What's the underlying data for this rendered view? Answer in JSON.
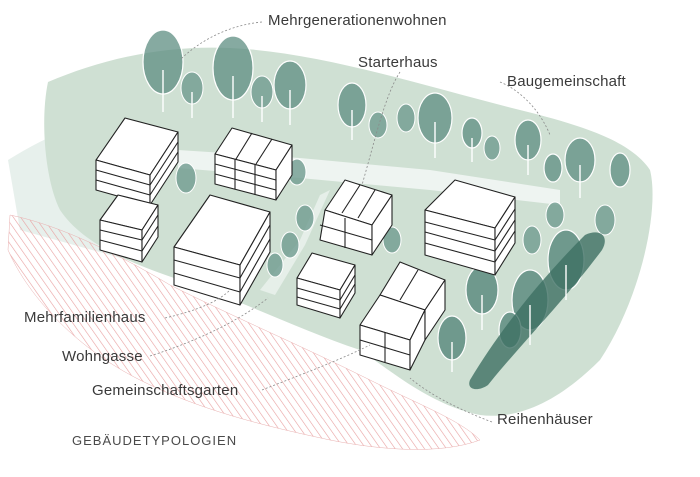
{
  "title": "GEBÄUDETYPOLOGIEN",
  "labels": {
    "mehrgenerationenwohnen": "Mehrgenerationenwohnen",
    "starterhaus": "Starterhaus",
    "baugemeinschaft": "Baugemeinschaft",
    "mehrfamilienhaus": "Mehrfamilienhaus",
    "wohngasse": "Wohngasse",
    "gemeinschaftsgarten": "Gemeinschaftsgarten",
    "reihenhaeuser": "Reihenhäuser"
  },
  "colors": {
    "green_area": "#cfdfd2",
    "light_area": "#e6f0ec",
    "hatch": "#e8a6a6",
    "tree": "#5f8f84",
    "building_stroke": "#222222"
  }
}
